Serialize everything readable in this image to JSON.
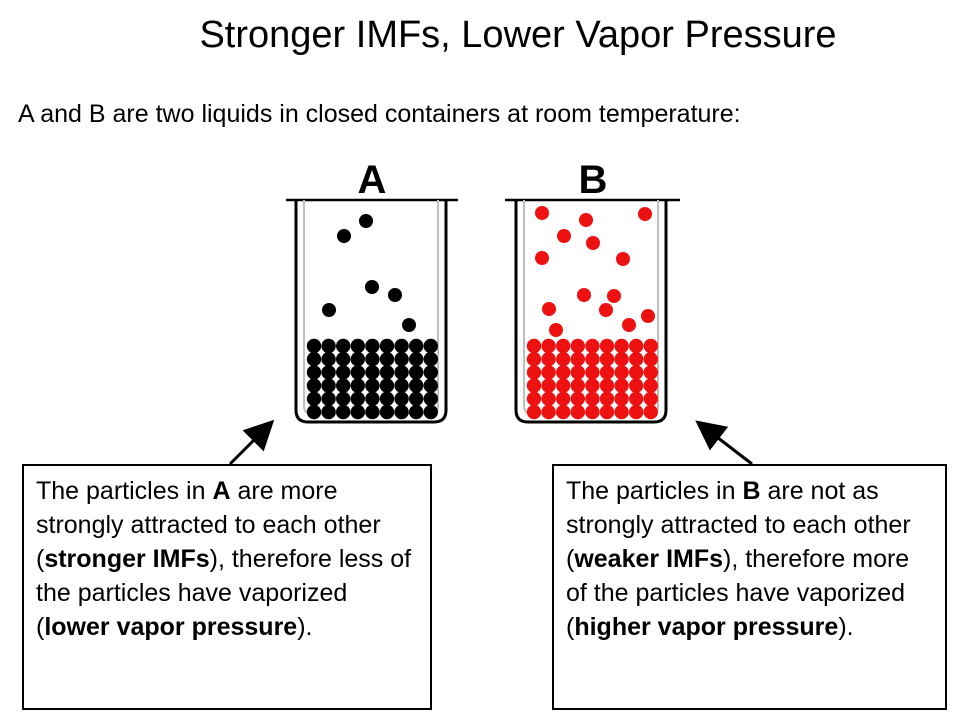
{
  "title": "Stronger IMFs, Lower Vapor Pressure",
  "subtitle": "A and B are two liquids in closed containers at room temperature:",
  "containers": {
    "a": {
      "label": "A",
      "particle_color": "#000000"
    },
    "b": {
      "label": "B",
      "particle_color": "#ee1111"
    }
  },
  "callouts": {
    "a": {
      "t1": "The particles in ",
      "b1": "A",
      "t2": " are more strongly attracted to each other (",
      "b2": "stronger IMFs",
      "t3": "), therefore less of the particles have vaporized (",
      "b3": "lower vapor pressure",
      "t4": ")."
    },
    "b": {
      "t1": "The particles in ",
      "b1": "B",
      "t2": " are not as strongly attracted to each other (",
      "b2": "weaker IMFs",
      "t3": "), therefore more of the particles have vaporized (",
      "b3": "higher vapor pressure",
      "t4": ")."
    }
  }
}
